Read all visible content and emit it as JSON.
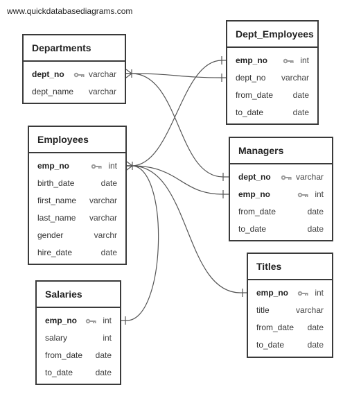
{
  "header": {
    "site_url": "www.quickdatabasediagrams.com"
  },
  "colors": {
    "border": "#3a3a3a",
    "relation_line": "#555555",
    "key_icon": "#9a9a9a"
  },
  "tables": {
    "departments": {
      "title": "Departments",
      "fields": [
        {
          "name": "dept_no",
          "type": "varchar",
          "pk": true
        },
        {
          "name": "dept_name",
          "type": "varchar",
          "pk": false
        }
      ]
    },
    "employees": {
      "title": "Employees",
      "fields": [
        {
          "name": "emp_no",
          "type": "int",
          "pk": true
        },
        {
          "name": "birth_date",
          "type": "date",
          "pk": false
        },
        {
          "name": "first_name",
          "type": "varchar",
          "pk": false
        },
        {
          "name": "last_name",
          "type": "varchar",
          "pk": false
        },
        {
          "name": "gender",
          "type": "varchr",
          "pk": false
        },
        {
          "name": "hire_date",
          "type": "date",
          "pk": false
        }
      ]
    },
    "salaries": {
      "title": "Salaries",
      "fields": [
        {
          "name": "emp_no",
          "type": "int",
          "pk": true
        },
        {
          "name": "salary",
          "type": "int",
          "pk": false
        },
        {
          "name": "from_date",
          "type": "date",
          "pk": false
        },
        {
          "name": "to_date",
          "type": "date",
          "pk": false
        }
      ]
    },
    "dept_employees": {
      "title": "Dept_Employees",
      "fields": [
        {
          "name": "emp_no",
          "type": "int",
          "pk": true
        },
        {
          "name": "dept_no",
          "type": "varchar",
          "pk": false
        },
        {
          "name": "from_date",
          "type": "date",
          "pk": false
        },
        {
          "name": "to_date",
          "type": "date",
          "pk": false
        }
      ]
    },
    "managers": {
      "title": "Managers",
      "fields": [
        {
          "name": "dept_no",
          "type": "varchar",
          "pk": true
        },
        {
          "name": "emp_no",
          "type": "int",
          "pk": true
        },
        {
          "name": "from_date",
          "type": "date",
          "pk": false
        },
        {
          "name": "to_date",
          "type": "date",
          "pk": false
        }
      ]
    },
    "titles": {
      "title": "Titles",
      "fields": [
        {
          "name": "emp_no",
          "type": "int",
          "pk": true
        },
        {
          "name": "title",
          "type": "varchar",
          "pk": false
        },
        {
          "name": "from_date",
          "type": "date",
          "pk": false
        },
        {
          "name": "to_date",
          "type": "date",
          "pk": false
        }
      ]
    }
  }
}
